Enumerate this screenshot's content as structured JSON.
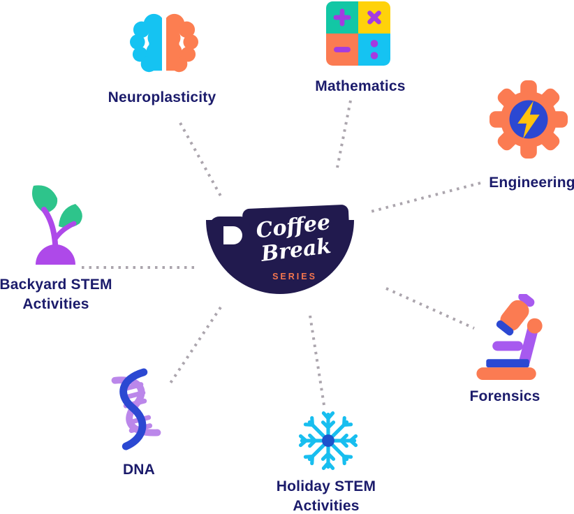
{
  "center": {
    "title_line1": "Coffee",
    "title_line2": "Break",
    "subtitle": "SERIES"
  },
  "nodes": [
    {
      "id": "neuroplasticity",
      "label": "Neuroplasticity",
      "icon": "brain-icon"
    },
    {
      "id": "mathematics",
      "label": "Mathematics",
      "icon": "math-operations-icon"
    },
    {
      "id": "engineering",
      "label": "Engineering",
      "icon": "gear-lightning-icon"
    },
    {
      "id": "forensics",
      "label": "Forensics",
      "icon": "microscope-icon"
    },
    {
      "id": "holiday-stem",
      "label_line1": "Holiday STEM",
      "label_line2": "Activities",
      "icon": "snowflake-icon"
    },
    {
      "id": "dna",
      "label": "DNA",
      "icon": "dna-helix-icon"
    },
    {
      "id": "backyard-stem",
      "label_line1": "Backyard STEM",
      "label_line2": "Activities",
      "icon": "plant-sprout-icon"
    }
  ],
  "colors": {
    "cup_navy": "#211a4e",
    "label_navy": "#1b1b6b",
    "series_orange": "#f4764e",
    "coral": "#fb7b52",
    "cyan": "#15c3f2",
    "teal": "#12c7a5",
    "yellow": "#ffd20a",
    "symbol_purple": "#a43be0",
    "royal_blue": "#2b48d2",
    "lavender": "#bb87ea",
    "leaf_green": "#2ec48b",
    "plant_purple": "#ae49e9",
    "snow_cyan": "#18beef",
    "snow_dot_blue": "#1d52cc",
    "bolt_yellow": "#ffc20e",
    "connector_gray": "#aba5ad"
  }
}
